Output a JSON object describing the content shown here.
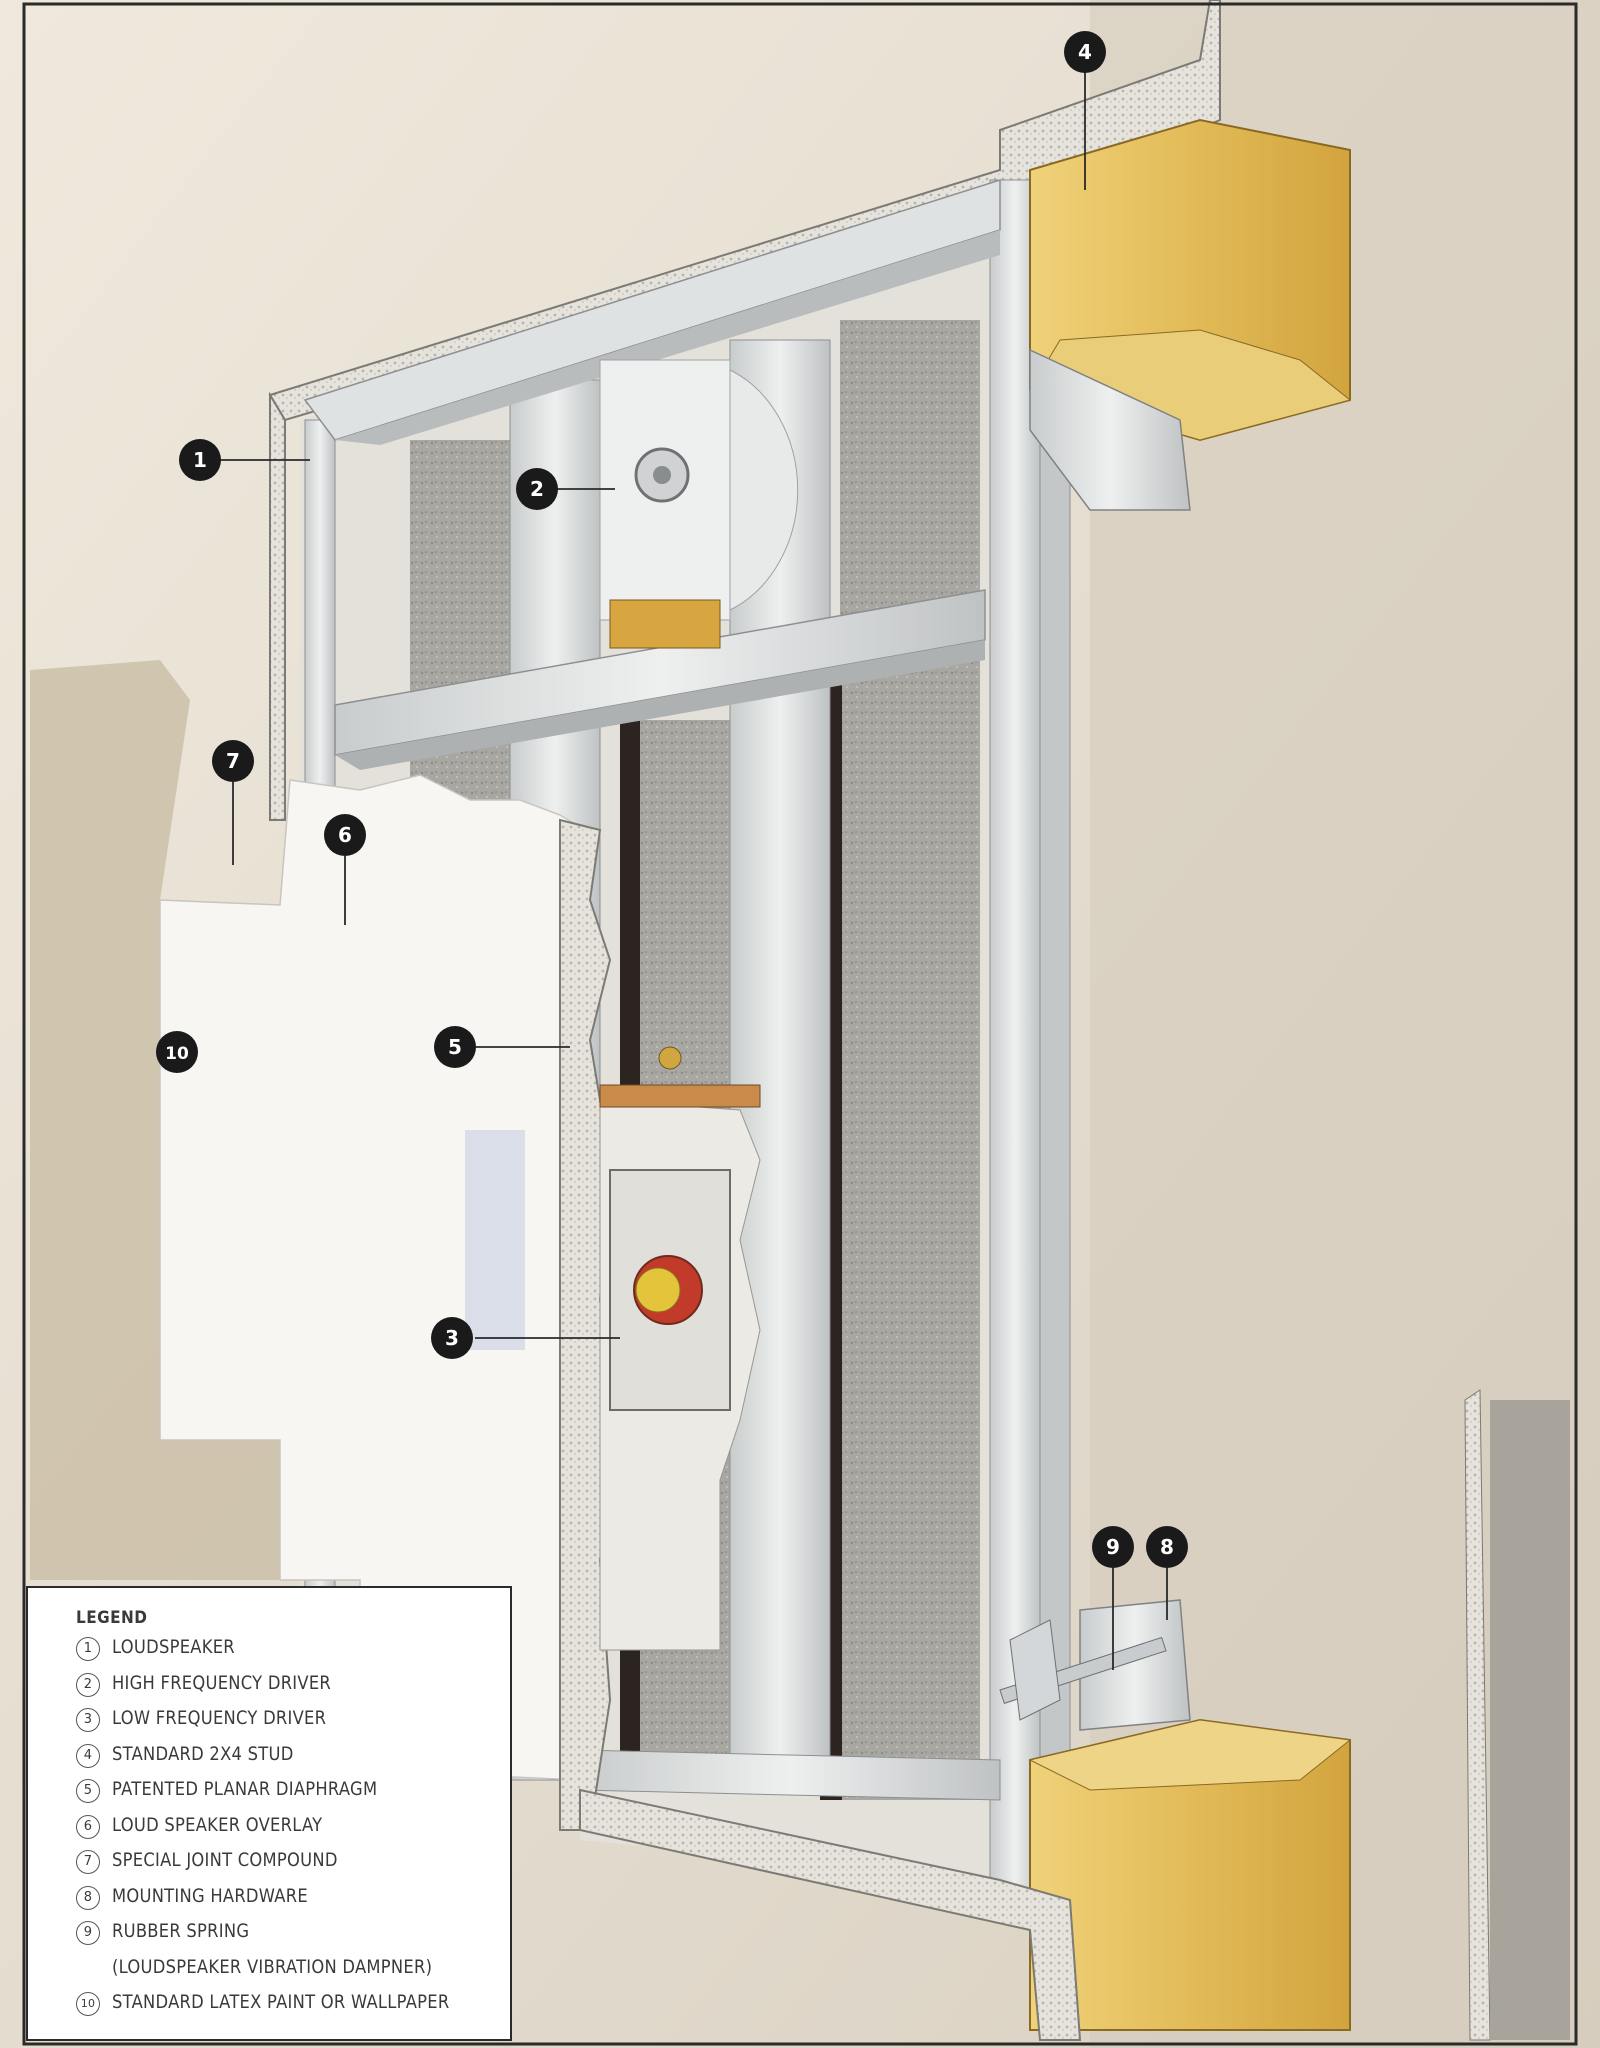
{
  "callouts": [
    {
      "id": "1",
      "label": "1"
    },
    {
      "id": "2",
      "label": "2"
    },
    {
      "id": "3",
      "label": "3"
    },
    {
      "id": "4",
      "label": "4"
    },
    {
      "id": "5",
      "label": "5"
    },
    {
      "id": "6",
      "label": "6"
    },
    {
      "id": "7",
      "label": "7"
    },
    {
      "id": "8",
      "label": "8"
    },
    {
      "id": "9",
      "label": "9"
    },
    {
      "id": "10",
      "label": "10"
    }
  ],
  "legend": {
    "title": "LEGEND",
    "items": [
      {
        "num": "1",
        "label": "LOUDSPEAKER"
      },
      {
        "num": "2",
        "label": "HIGH FREQUENCY DRIVER"
      },
      {
        "num": "3",
        "label": "LOW FREQUENCY DRIVER"
      },
      {
        "num": "4",
        "label": "STANDARD 2X4 STUD"
      },
      {
        "num": "5",
        "label": "PATENTED PLANAR DIAPHRAGM"
      },
      {
        "num": "6",
        "label": "LOUD SPEAKER OVERLAY"
      },
      {
        "num": "7",
        "label": "SPECIAL JOINT COMPOUND"
      },
      {
        "num": "8",
        "label": "MOUNTING HARDWARE"
      },
      {
        "num": "9",
        "label": "RUBBER SPRING",
        "sub": "(LOUDSPEAKER VIBRATION DAMPNER)"
      },
      {
        "num": "10",
        "label": "STANDARD LATEX PAINT OR WALLPAPER"
      }
    ]
  },
  "colors": {
    "wall": "#ece5d8",
    "wall_shadow": "#d8cfc0",
    "wood": "#e8c866",
    "metal": "#d9dcdc",
    "insulation": "#a6a49e",
    "callout": "#1a1a1a"
  }
}
